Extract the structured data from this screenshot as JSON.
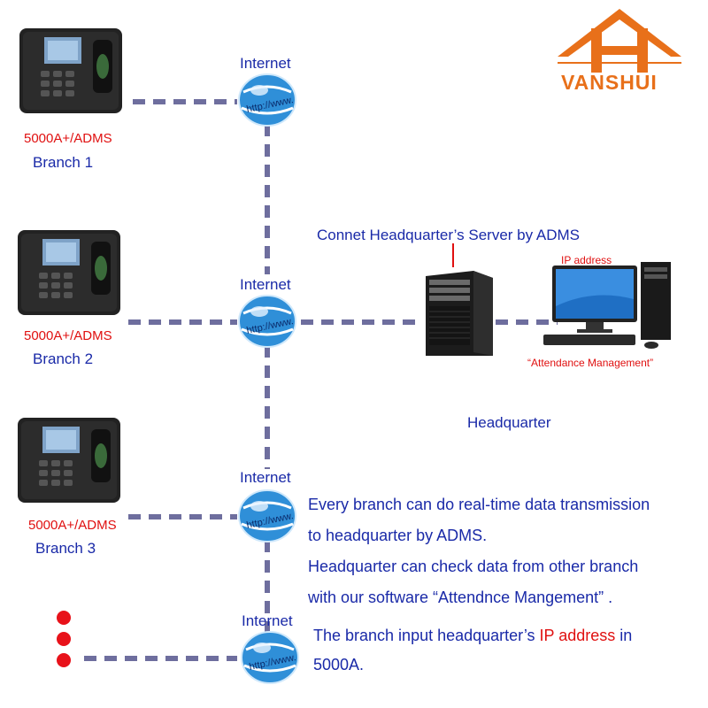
{
  "logo": {
    "text": "VANSHUI",
    "color": "#e8701a"
  },
  "internet_label": "Internet",
  "branches": [
    {
      "model": "5000A+/ADMS",
      "name": "Branch 1"
    },
    {
      "model": "5000A+/ADMS",
      "name": "Branch 2"
    },
    {
      "model": "5000A+/ADMS",
      "name": "Branch 3"
    }
  ],
  "server_caption": "Connet Headquarter’s Server by ADMS",
  "ip_label": "IP address",
  "software_label": "“Attendance Management”",
  "hq_label": "Headquarter",
  "notes": [
    "Every branch can do real-time data transmission",
    "to headquarter by ADMS.",
    "Headquarter can check data from other branch",
    "with our software “Attendnce Mangement” ."
  ],
  "note_last": {
    "part1": "The branch input  headquarter’s ",
    "part2": "IP address",
    "part3": " in",
    "line2": "5000A."
  },
  "globe_text": "http://www.",
  "colors": {
    "line": "#6e6e9e",
    "text_blue": "#1a2aa8",
    "text_red": "#e01010",
    "dot": "#e8121a"
  }
}
